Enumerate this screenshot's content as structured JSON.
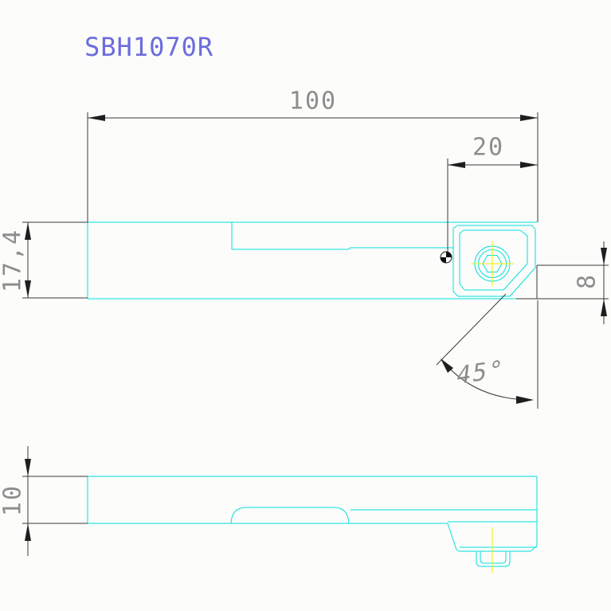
{
  "title": "SBH1070R",
  "dimensions": {
    "overall_length": "100",
    "head_length": "20",
    "shank_height": "17,4",
    "nose_height": "8",
    "cutting_angle": "45°",
    "shank_width": "10"
  },
  "colors": {
    "part_outline": "#00e0e0",
    "centerline": "#f0f000",
    "dimension_line": "#3a3a3a",
    "dimension_text": "#8d8d8d",
    "title_text": "#6c6cdd",
    "background": "#fcfcfa"
  }
}
